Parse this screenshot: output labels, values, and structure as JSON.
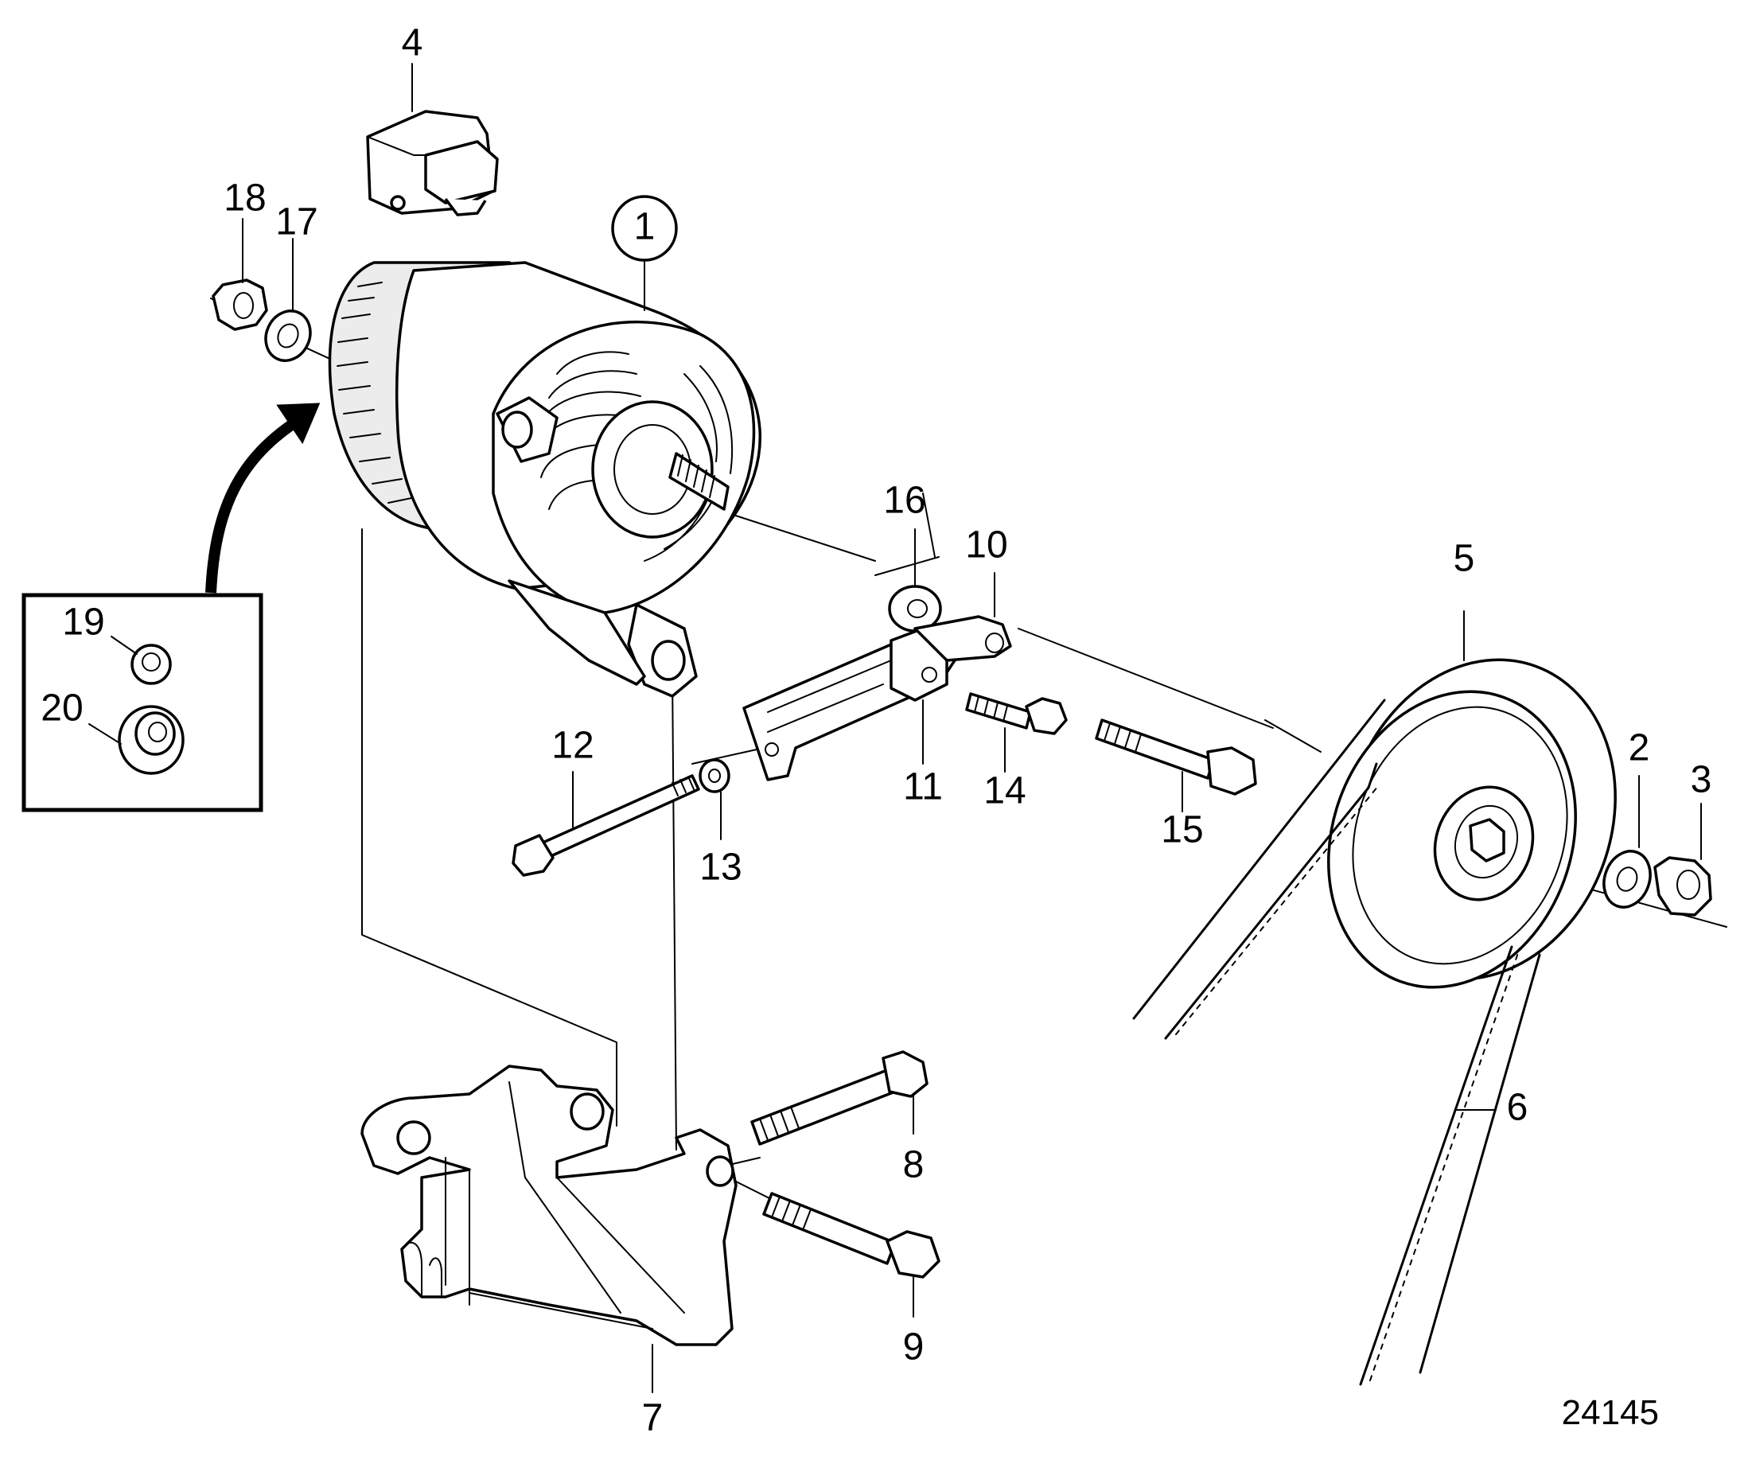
{
  "labels": {
    "p1": "1",
    "p2": "2",
    "p3": "3",
    "p4": "4",
    "p5": "5",
    "p6": "6",
    "p7": "7",
    "p8": "8",
    "p9": "9",
    "p10": "10",
    "p11": "11",
    "p12": "12",
    "p13": "13",
    "p14": "14",
    "p15": "15",
    "p16": "16",
    "p17": "17",
    "p18": "18",
    "p19": "19",
    "p20": "20"
  },
  "reference_number": "24145",
  "colors": {
    "line": "#000000",
    "background": "#ffffff"
  }
}
